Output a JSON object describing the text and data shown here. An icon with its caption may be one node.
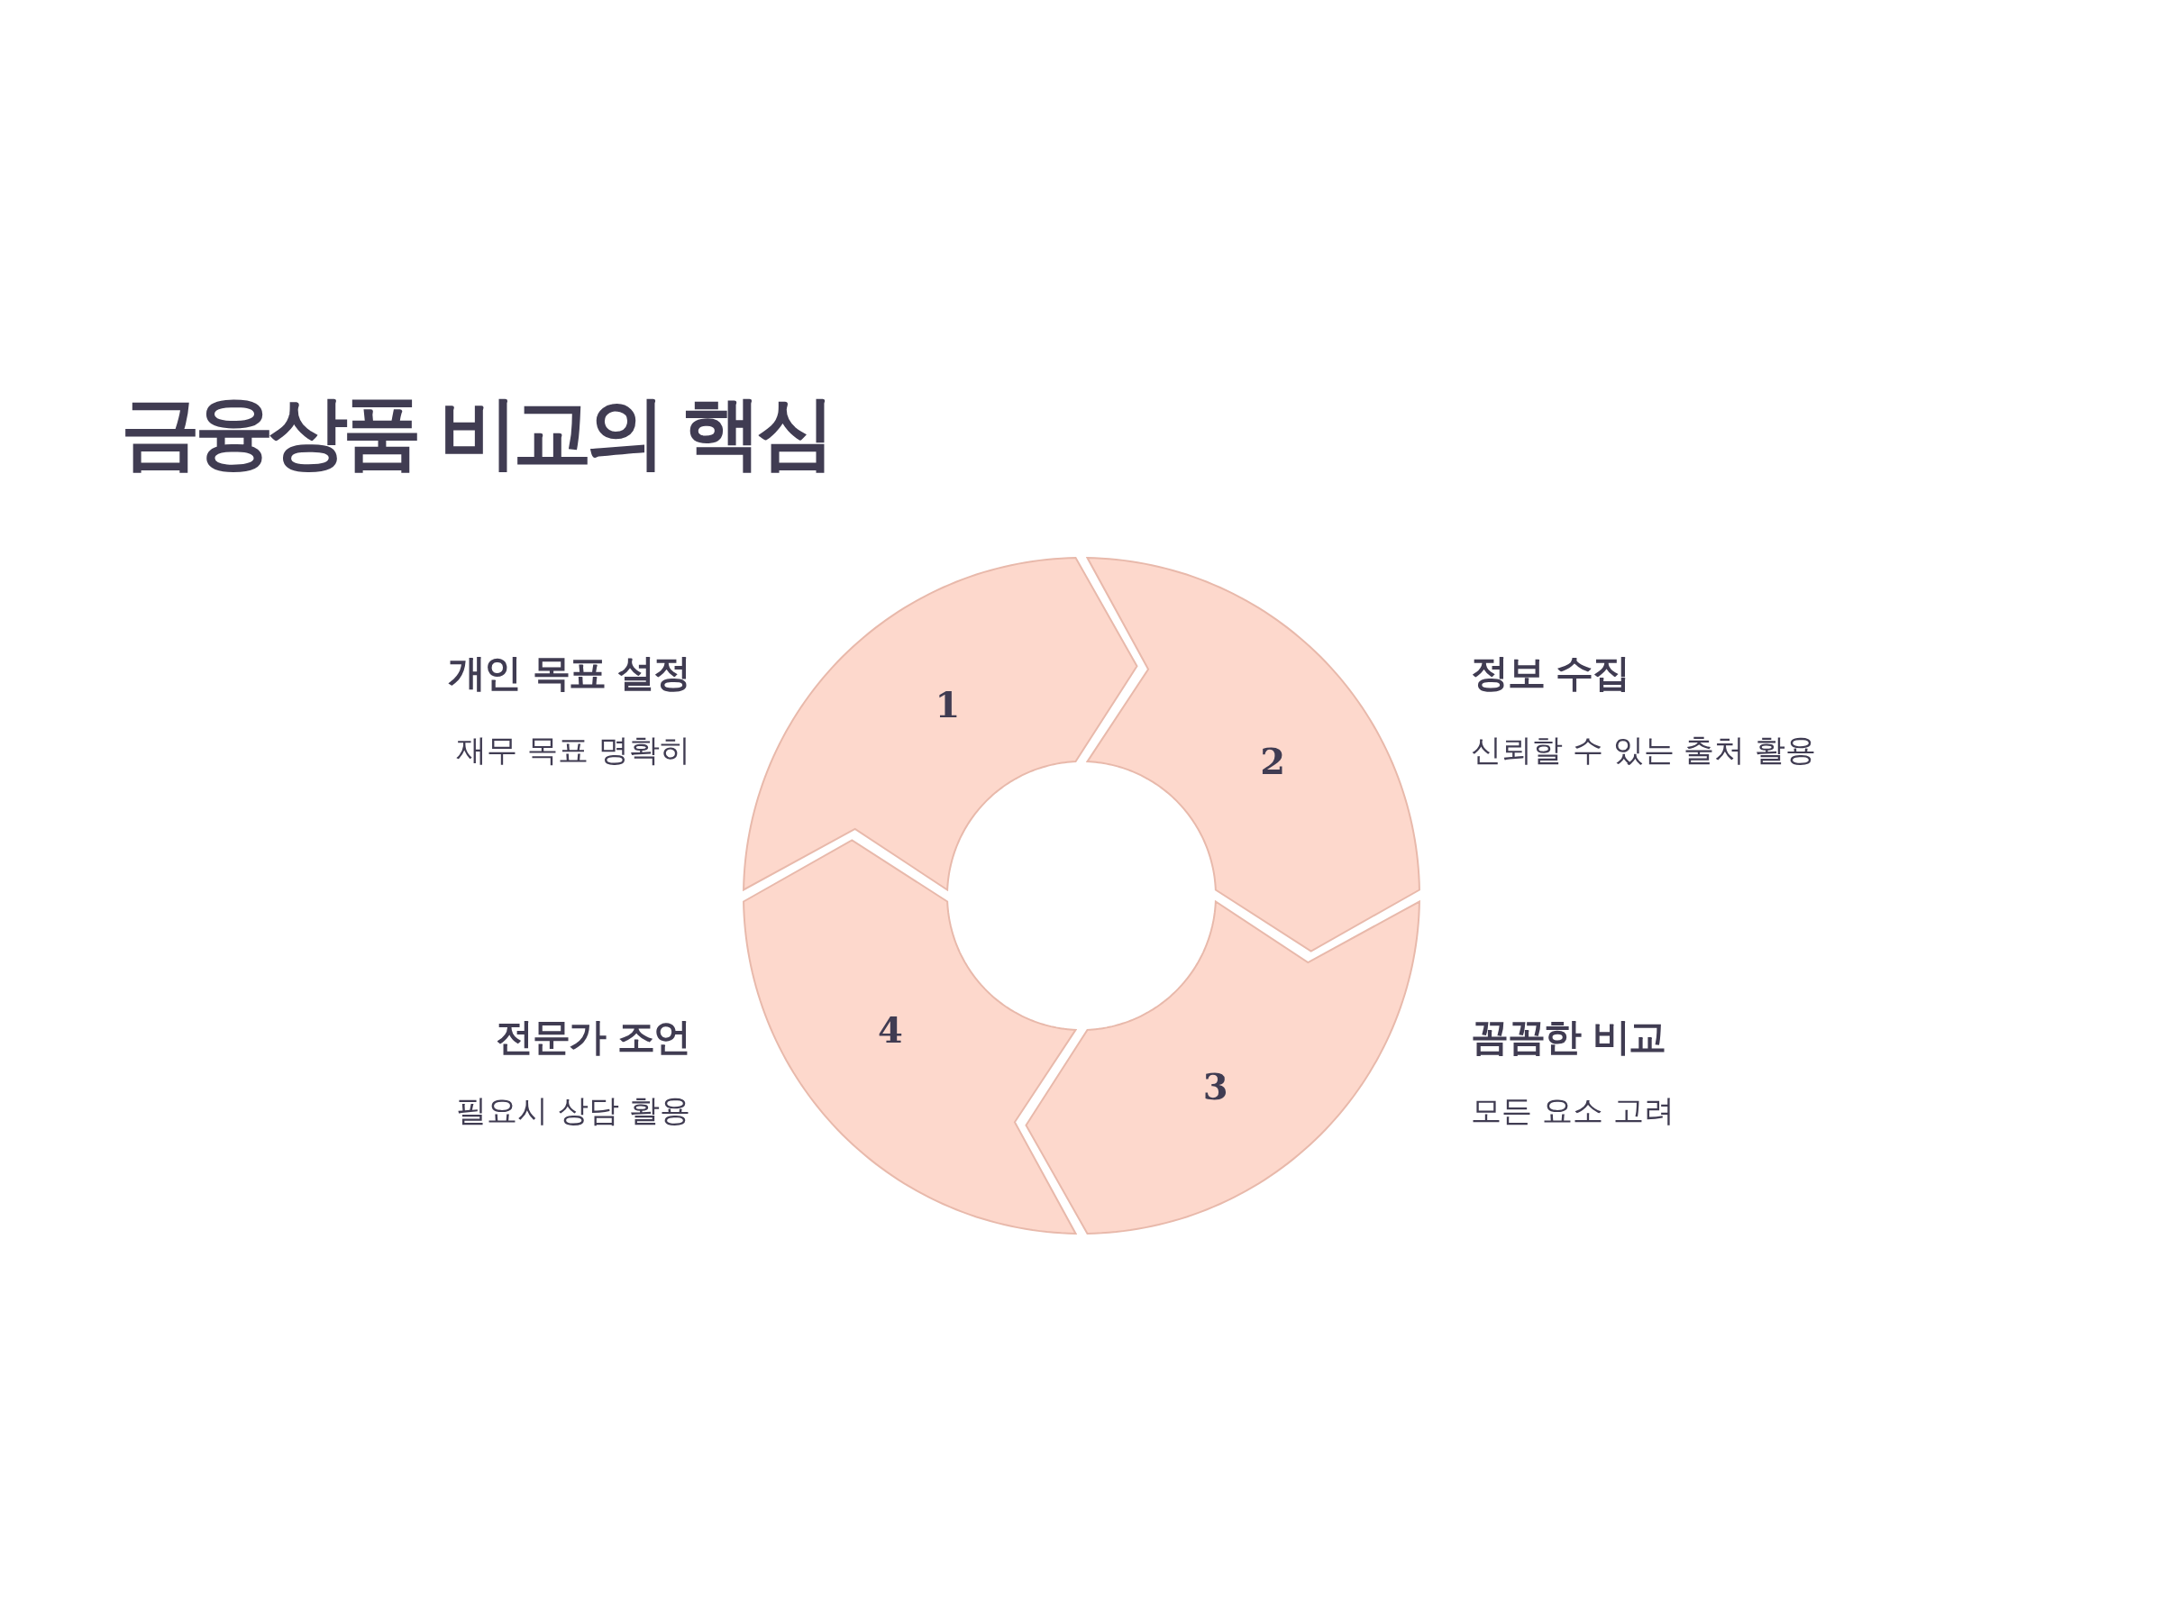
{
  "diagram": {
    "title": "금융상품 비교의 핵심",
    "nodes": [
      {
        "text": [
          "1"
        ],
        "beside": [
          "개인 목표 설정",
          "재무 목표 명확히"
        ]
      },
      {
        "text": [
          "2"
        ],
        "beside": [
          "정보 수집",
          "신뢰할 수 있는 출처 활용"
        ]
      },
      {
        "text": [
          "3"
        ],
        "beside": [
          "꼼꼼한 비교",
          "모든 요소 고려"
        ]
      },
      {
        "text": [
          "4"
        ],
        "beside": [
          "전문가 조언",
          "필요시 상담 활용"
        ]
      }
    ]
  }
}
